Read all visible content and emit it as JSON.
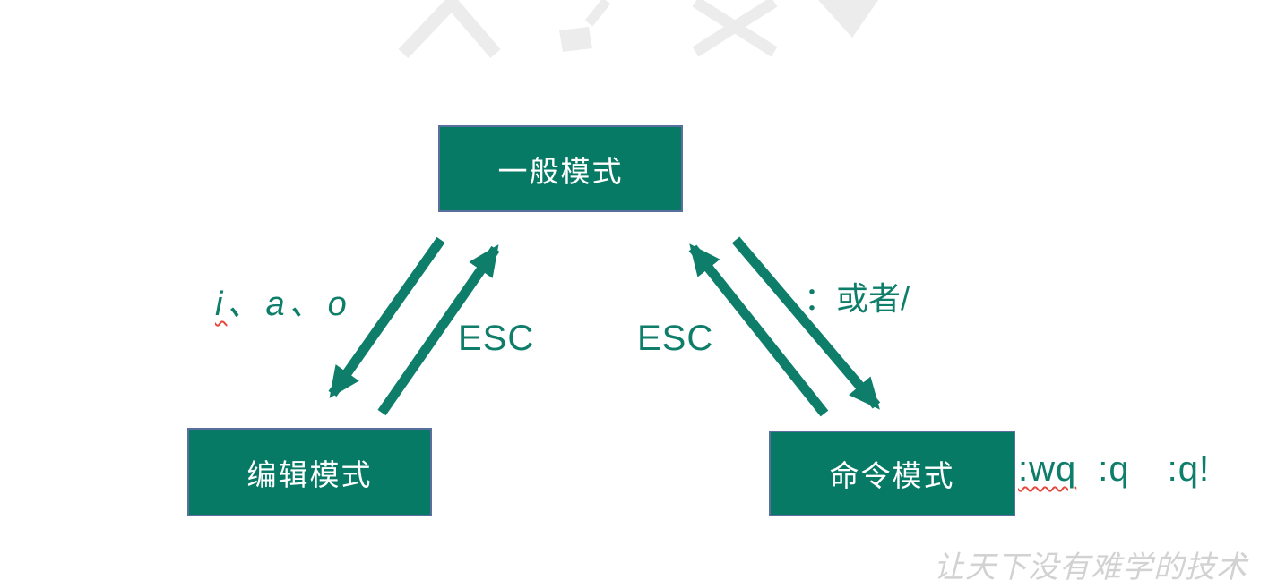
{
  "diagram": {
    "nodes": {
      "normal": {
        "label": "一般模式"
      },
      "edit": {
        "label": "编辑模式"
      },
      "command": {
        "label": "命令模式"
      }
    },
    "edges": {
      "insert": {
        "first": "i",
        "rest": "、a、o"
      },
      "esc_left": {
        "label": "ESC"
      },
      "esc_right": {
        "label": "ESC"
      },
      "to_command": {
        "label": "：或者/"
      }
    },
    "commands": [
      ":wq",
      ":q",
      ":q!"
    ]
  },
  "watermark": {
    "slogan": "让天下没有难学的技术"
  },
  "icons": {
    "arrows": [
      "arrow-normal-to-edit",
      "arrow-edit-to-normal",
      "arrow-command-to-normal",
      "arrow-normal-to-command"
    ],
    "background": "logo-watermark"
  },
  "colors": {
    "teal_text": "#0E7E6A",
    "box_fill": "#077A66",
    "box_border": "#5B6F9F",
    "watermark_gray": "#ECECEC",
    "slogan_gray": "#D2D2D2",
    "spellcheck_red": "#E5493B"
  }
}
